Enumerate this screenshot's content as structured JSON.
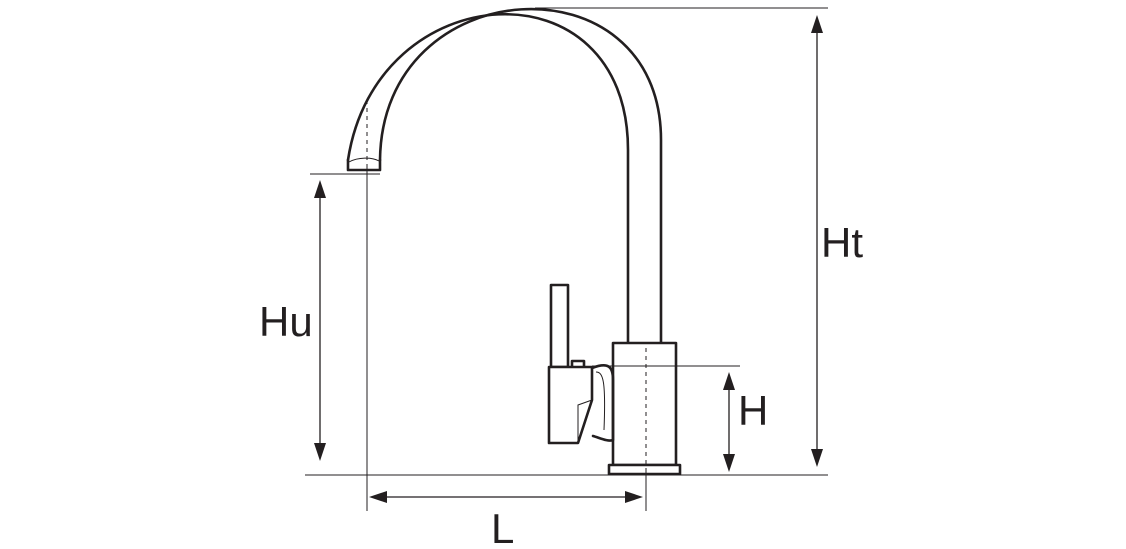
{
  "dimensions": {
    "total_height": "Ht",
    "spout_height": "Hu",
    "body_height": "H",
    "reach": "L"
  },
  "colors": {
    "line": "#231f20",
    "background": "#ffffff"
  }
}
